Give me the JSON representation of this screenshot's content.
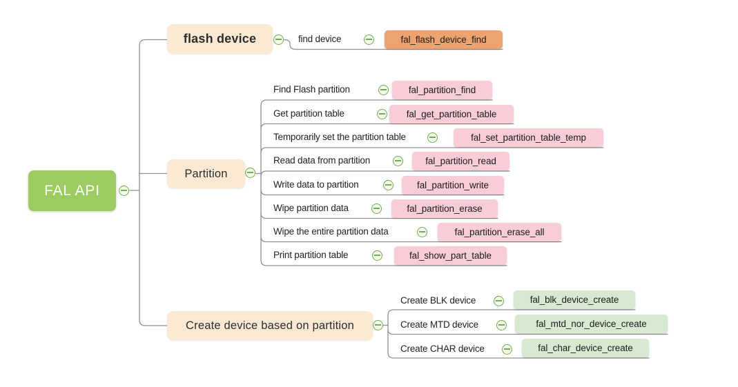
{
  "root": {
    "label": "FAL API"
  },
  "branches": [
    {
      "label": "flash device",
      "items": [
        {
          "label": "find device",
          "code": "fal_flash_device_find"
        }
      ]
    },
    {
      "label": "Partition",
      "items": [
        {
          "label": "Find Flash partition",
          "code": "fal_partition_find"
        },
        {
          "label": "Get partition table",
          "code": "fal_get_partition_table"
        },
        {
          "label": "Temporarily set the partition table",
          "code": "fal_set_partition_table_temp"
        },
        {
          "label": "Read data from partition",
          "code": "fal_partition_read"
        },
        {
          "label": "Write data to partition",
          "code": "fal_partition_write"
        },
        {
          "label": "Wipe partition data",
          "code": "fal_partition_erase"
        },
        {
          "label": "Wipe the entire partition data",
          "code": "fal_partition_erase_all"
        },
        {
          "label": "Print partition table",
          "code": "fal_show_part_table"
        }
      ]
    },
    {
      "label": "Create device based on partition",
      "items": [
        {
          "label": "Create BLK device",
          "code": "fal_blk_device_create"
        },
        {
          "label": "Create MTD device",
          "code": "fal_mtd_nor_device_create"
        },
        {
          "label": "Create CHAR device",
          "code": "fal_char_device_create"
        }
      ]
    }
  ],
  "icons": {
    "collapse": "minus-circle"
  },
  "colors": {
    "root_green": "#9ccb62",
    "branch_cream": "#fbe9d3",
    "leaf_orange": "#eda36f",
    "leaf_pink": "#f9cdd5",
    "leaf_green": "#d7e9d1",
    "line_gray": "#8f8f8f",
    "icon_green": "#6fae4a"
  }
}
